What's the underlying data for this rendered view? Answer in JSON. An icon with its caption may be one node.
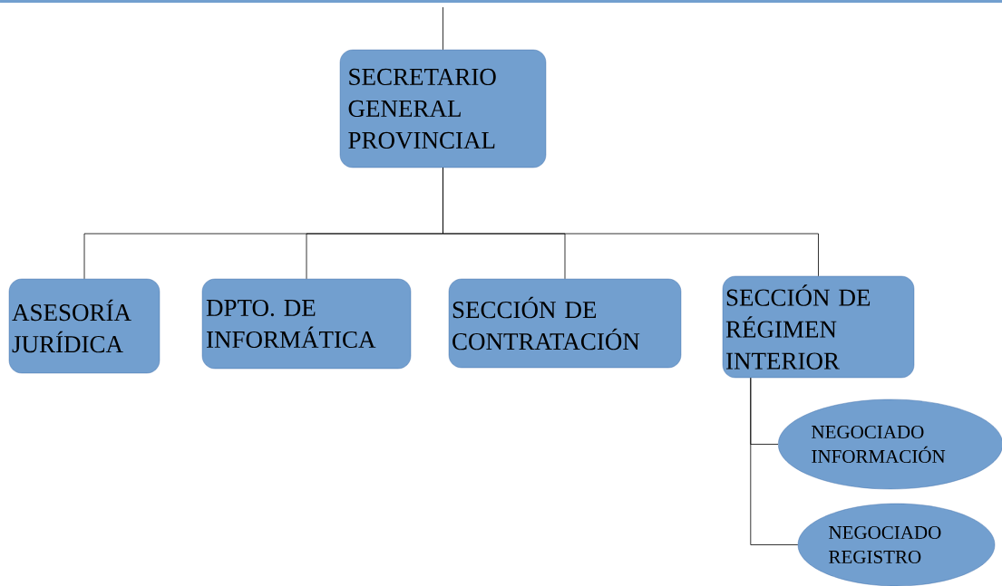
{
  "diagram": {
    "nodes": [
      {
        "text": [
          "SECRETARIO GENERAL PROVINCIAL"
        ]
      },
      {
        "text": [
          "ASESORÍA JURÍDICA"
        ]
      },
      {
        "text": [
          "DPTO. DE INFORMÁTICA"
        ]
      },
      {
        "text": [
          "SECCIÓN DE CONTRATACIÓN"
        ]
      },
      {
        "text": [
          "SECCIÓN DE RÉGIMEN INTERIOR"
        ]
      },
      {
        "text": [
          "NEGOCIADO INFORMACIÓN"
        ]
      },
      {
        "text": [
          "NEGOCIADO REGISTRO"
        ]
      }
    ],
    "edges": [
      {
        "from": null,
        "to": 0,
        "arrow": "none"
      },
      {
        "from": 0,
        "to": 1,
        "arrow": "none"
      },
      {
        "from": 0,
        "to": 2,
        "arrow": "none"
      },
      {
        "from": 0,
        "to": 3,
        "arrow": "none"
      },
      {
        "from": 0,
        "to": 4,
        "arrow": "none"
      },
      {
        "from": 4,
        "to": 5,
        "arrow": "none"
      },
      {
        "from": 4,
        "to": 6,
        "arrow": "none"
      }
    ]
  }
}
